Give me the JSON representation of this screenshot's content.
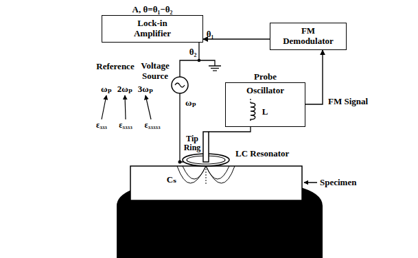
{
  "diagram": {
    "nodes": [
      {
        "text": [
          "A, θ=θ₁−θ₂",
          "Lock-in Amplifier"
        ]
      },
      {
        "text": [
          "FM Demodulator"
        ]
      },
      {
        "text": [
          "Probe",
          "Oscillator"
        ]
      }
    ],
    "edges": [
      {
        "from": 1,
        "to": 0,
        "arrow": "to"
      },
      {
        "from": 2,
        "to": 1,
        "arrow": "to",
        "label": "FM Signal"
      }
    ],
    "labels": [
      "θ₁",
      "θ₂",
      "Reference",
      "ωₚ",
      "2ωₚ",
      "3ωₚ",
      "ε₃₃₃",
      "ε₃₃₃₃",
      "ε₃₃₃₃₃",
      "Voltage Source",
      "ωₚ",
      "L",
      "Tip",
      "Ring",
      "LC Resonator",
      "Cₛ",
      "Specimen"
    ]
  }
}
